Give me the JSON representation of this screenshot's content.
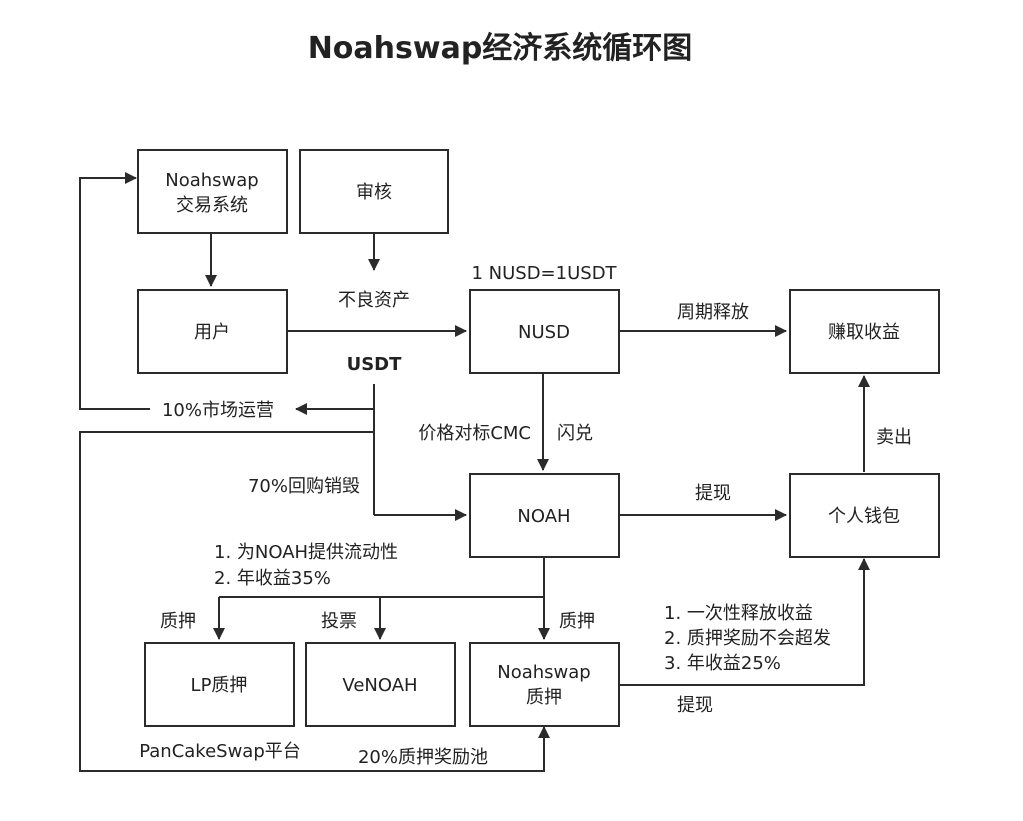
{
  "title": "Noahswap经济系统循环图",
  "nodes": {
    "trading_system": [
      "Noahswap",
      "交易系统"
    ],
    "audit": "审核",
    "user": "用户",
    "nusd": "NUSD",
    "earn": "赚取收益",
    "noah": "NOAH",
    "wallet": "个人钱包",
    "lp_stake": "LP质押",
    "venoah": "VeNOAH",
    "noah_stake": [
      "Noahswap",
      "质押"
    ]
  },
  "labels": {
    "peg": "1 NUSD=1USDT",
    "bad_assets": "不良资产",
    "usdt": "USDT",
    "periodic_release": "周期释放",
    "market_ops": "10%市场运营",
    "cmc_pricing": "价格对标CMC",
    "flash_swap": "闪兑",
    "sell": "卖出",
    "buyback_burn": "70%回购销毁",
    "withdraw_top": "提现",
    "lp_benefits": [
      "1. 为NOAH提供流动性",
      "2. 年收益35%"
    ],
    "stake_left": "质押",
    "vote": "投票",
    "stake_mid": "质押",
    "stake_benefits": [
      "1. 一次性释放收益",
      "2. 质押奖励不会超发",
      "3. 年收益25%"
    ],
    "withdraw_bottom": "提现",
    "pancake": "PanCakeSwap平台",
    "reward_pool": "20%质押奖励池"
  }
}
